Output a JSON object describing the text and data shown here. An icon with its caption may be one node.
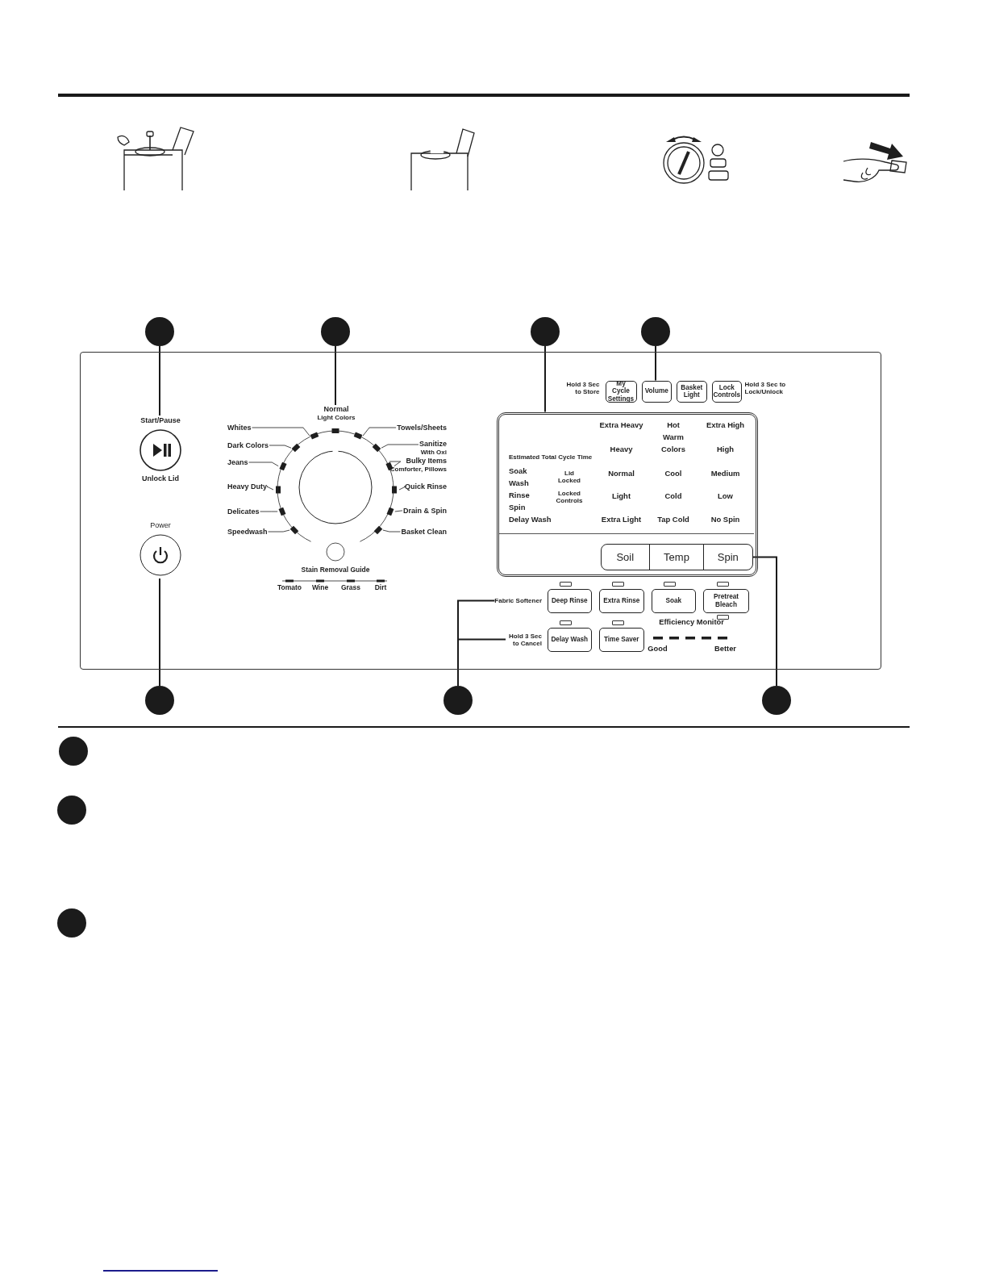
{
  "diagram": {
    "nodes": [
      {
        "text": [],
        "shape": "circle"
      },
      {
        "text": [],
        "shape": "circle"
      },
      {
        "text": [],
        "shape": "circle"
      },
      {
        "text": [],
        "shape": "circle"
      },
      {
        "text": [],
        "shape": "box"
      },
      {
        "text": [
          "Start/Pause",
          "Unlock Lid"
        ],
        "in": 4
      },
      {
        "text": [
          "Power"
        ],
        "in": 4
      },
      {
        "text": [
          "Normal",
          "Light Colors"
        ],
        "in": 4
      },
      {
        "text": [
          "Whites"
        ],
        "in": 4
      },
      {
        "text": [
          "Dark Colors"
        ],
        "in": 4
      },
      {
        "text": [
          "Jeans"
        ],
        "in": 4
      },
      {
        "text": [
          "Heavy Duty"
        ],
        "in": 4
      },
      {
        "text": [
          "Delicates"
        ],
        "in": 4
      },
      {
        "text": [
          "Speedwash"
        ],
        "in": 4
      },
      {
        "text": [
          "Towels/Sheets"
        ],
        "in": 4
      },
      {
        "text": [
          "Sanitize",
          "With Oxi"
        ],
        "in": 4
      },
      {
        "text": [
          "Bulky Items",
          "Comforter, Pillows"
        ],
        "in": 4
      },
      {
        "text": [
          "Quick Rinse"
        ],
        "in": 4
      },
      {
        "text": [
          "Drain & Spin"
        ],
        "in": 4
      },
      {
        "text": [
          "Basket Clean"
        ],
        "in": 4
      },
      {
        "text": [
          "My Cycle Settings"
        ],
        "in": 4,
        "beside": [
          "Hold 3 Sec to Store"
        ]
      },
      {
        "text": [
          "Volume"
        ],
        "in": 4
      },
      {
        "text": [
          "Basket Light"
        ],
        "in": 4
      },
      {
        "text": [
          "Lock Controls"
        ],
        "in": 4,
        "beside": [
          "Hold 3 Sec to Lock/Unlock"
        ]
      },
      {
        "text": [],
        "shape": "box",
        "in": 4
      },
      {
        "text": [
          "Soil"
        ],
        "in": 24
      },
      {
        "text": [
          "Temp"
        ],
        "in": 24
      },
      {
        "text": [
          "Spin"
        ],
        "in": 24
      },
      {
        "text": [
          "Fabric Softener"
        ],
        "in": 4
      },
      {
        "text": [
          "Deep Rinse"
        ],
        "in": 4
      },
      {
        "text": [
          "Extra Rinse"
        ],
        "in": 4
      },
      {
        "text": [
          "Soak"
        ],
        "in": 4
      },
      {
        "text": [
          "Pretreat Bleach"
        ],
        "in": 4
      },
      {
        "text": [
          "Hold 3 Sec to Cancel"
        ],
        "in": 4
      },
      {
        "text": [
          "Delay Wash"
        ],
        "in": 4
      },
      {
        "text": [
          "Time Saver"
        ],
        "in": 4
      },
      {
        "text": [],
        "shape": "circle"
      },
      {
        "text": [],
        "shape": "circle"
      },
      {
        "text": [],
        "shape": "circle"
      },
      {
        "text": [],
        "shape": "circle"
      },
      {
        "text": [],
        "shape": "circle"
      },
      {
        "text": [],
        "shape": "circle"
      },
      {
        "text": [],
        "shape": "bar",
        "in": 4
      },
      {
        "text": [],
        "shape": "bar",
        "in": 4
      },
      {
        "text": [],
        "shape": "bar",
        "in": 4
      },
      {
        "text": [],
        "shape": "bar",
        "in": 4
      },
      {
        "text": [],
        "shape": "bar",
        "in": 4
      },
      {
        "text": [],
        "shape": "bar",
        "in": 4
      },
      {
        "text": [],
        "shape": "bar",
        "in": 4
      },
      {
        "text": [],
        "shape": "bar",
        "in": 4
      },
      {
        "text": [],
        "shape": "bar",
        "in": 4
      },
      {
        "text": [],
        "shape": "bar",
        "in": 4
      },
      {
        "text": [],
        "shape": "bar",
        "in": 4
      },
      {
        "text": [],
        "shape": "bar",
        "in": 4
      }
    ],
    "edges": [
      {
        "from": 0,
        "to": 5,
        "arrow": "none"
      },
      {
        "from": 1,
        "to": 7,
        "arrow": "none"
      },
      {
        "from": 2,
        "to": 24,
        "arrow": "none"
      },
      {
        "from": 3,
        "to": 21,
        "arrow": "none"
      },
      {
        "from": 36,
        "to": 6,
        "arrow": "none"
      },
      {
        "from": 37,
        "to": 28,
        "arrow": "none"
      },
      {
        "from": 37,
        "to": 33,
        "arrow": "none"
      },
      {
        "from": 38,
        "to": 27,
        "arrow": "none"
      },
      {
        "from": 8,
        "to": 42,
        "arrow": "none"
      },
      {
        "from": 9,
        "to": 43,
        "arrow": "none"
      },
      {
        "from": 10,
        "to": 44,
        "arrow": "none"
      },
      {
        "from": 11,
        "to": 45,
        "arrow": "none"
      },
      {
        "from": 12,
        "to": 46,
        "arrow": "none"
      },
      {
        "from": 13,
        "to": 47,
        "arrow": "none"
      },
      {
        "from": 14,
        "to": 48,
        "arrow": "none"
      },
      {
        "from": 15,
        "to": 49,
        "arrow": "none"
      },
      {
        "from": 16,
        "to": 50,
        "arrow": "none"
      },
      {
        "from": 17,
        "to": 51,
        "arrow": "none"
      },
      {
        "from": 18,
        "to": 52,
        "arrow": "none"
      },
      {
        "from": 19,
        "to": 53,
        "arrow": "none"
      }
    ],
    "labels": [
      "Extra Heavy",
      "Hot",
      "Extra High",
      "Warm",
      "Heavy",
      "Colors",
      "High",
      "Estimated Total Cycle Time",
      "Soak",
      "Lid Locked",
      "Normal",
      "Cool",
      "Medium",
      "Wash",
      "Rinse",
      "Locked Controls",
      "Light",
      "Cold",
      "Low",
      "Spin",
      "Delay Wash",
      "Extra Light",
      "Tap Cold",
      "No Spin",
      "Stain Removal Guide",
      "Tomato",
      "Wine",
      "Grass",
      "Dirt",
      "Efficiency Monitor",
      "Good",
      "Better"
    ]
  }
}
